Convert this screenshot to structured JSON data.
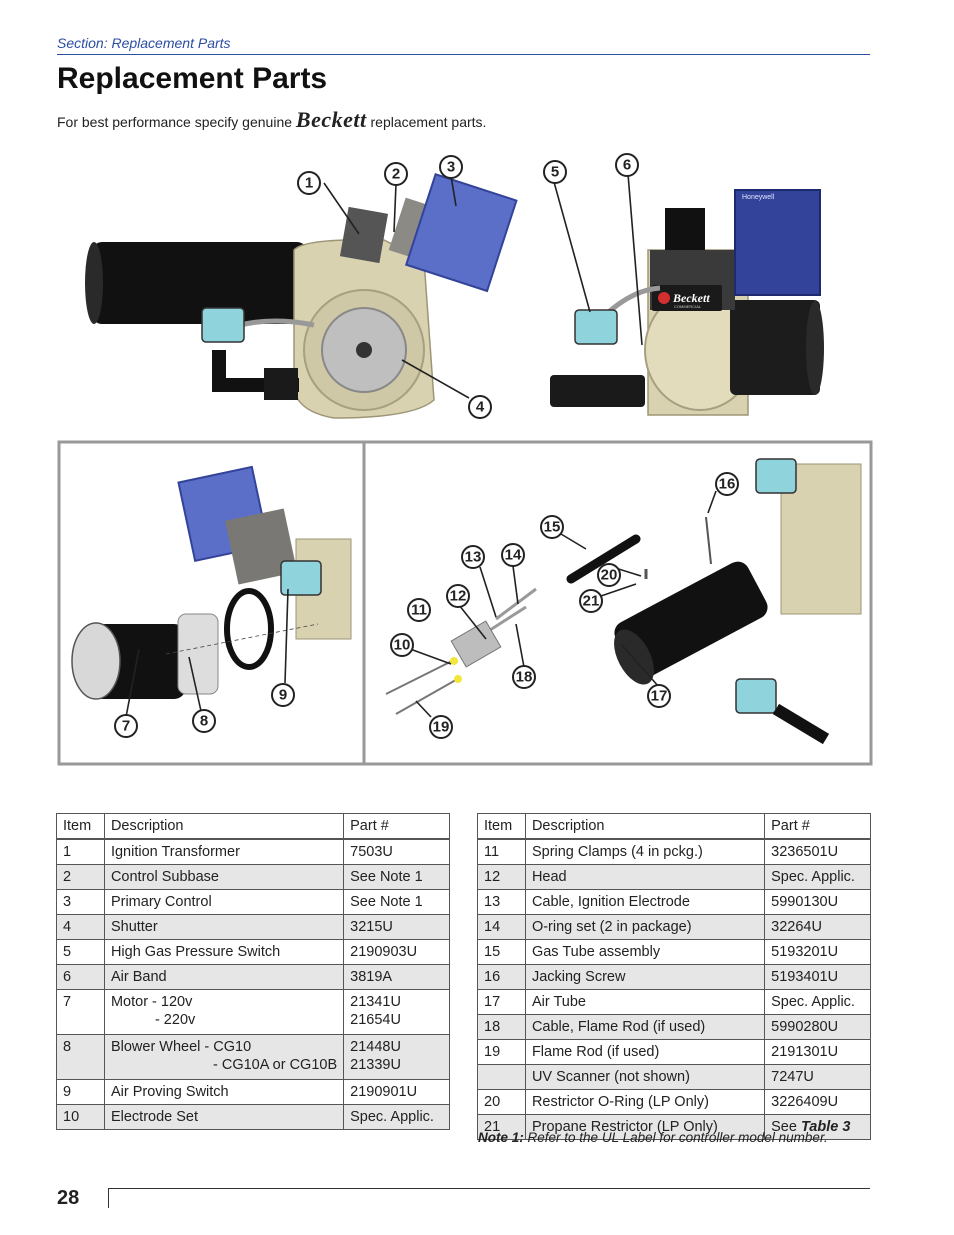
{
  "header": {
    "section": "Section: Replacement Parts",
    "title": "Replacement Parts"
  },
  "intro": {
    "before": "For best performance specify genuine",
    "brand": "Beckett",
    "after": "replacement parts."
  },
  "callouts": [
    "1",
    "2",
    "3",
    "4",
    "5",
    "6",
    "7",
    "8",
    "9",
    "10",
    "11",
    "12",
    "13",
    "14",
    "15",
    "16",
    "17",
    "18",
    "19",
    "20",
    "21"
  ],
  "photo_labels": {
    "honeywell": "Honeywell",
    "beckett_logo": "Beckett",
    "beckett_sub": "COMMERCIAL"
  },
  "table_left": {
    "headers": [
      "Item",
      "Description",
      "Part #"
    ],
    "rows": [
      {
        "item": "1",
        "desc": "Ignition Transformer",
        "part": "7503U"
      },
      {
        "item": "2",
        "desc": "Control Subbase",
        "part": "See Note 1"
      },
      {
        "item": "3",
        "desc": "Primary Control",
        "part": "See Note 1"
      },
      {
        "item": "4",
        "desc": "Shutter",
        "part": "3215U"
      },
      {
        "item": "5",
        "desc": "High Gas Pressure Switch",
        "part": "2190903U"
      },
      {
        "item": "6",
        "desc": "Air Band",
        "part": "3819A"
      },
      {
        "item": "7",
        "desc": "Motor - 120v",
        "desc2": "- 220v",
        "part": "21341U",
        "part2": "21654U"
      },
      {
        "item": "8",
        "desc": "Blower Wheel - CG10",
        "desc2": "- CG10A or CG10B",
        "part": "21448U",
        "part2": "21339U"
      },
      {
        "item": "9",
        "desc": "Air Proving Switch",
        "part": "2190901U"
      },
      {
        "item": "10",
        "desc": "Electrode Set",
        "part": "Spec. Applic."
      }
    ]
  },
  "table_right": {
    "headers": [
      "Item",
      "Description",
      "Part #"
    ],
    "rows": [
      {
        "item": "11",
        "desc": "Spring Clamps (4 in pckg.)",
        "part": "3236501U"
      },
      {
        "item": "12",
        "desc": "Head",
        "part": "Spec. Applic."
      },
      {
        "item": "13",
        "desc": "Cable, Ignition Electrode",
        "part": "5990130U"
      },
      {
        "item": "14",
        "desc": "O-ring set (2 in package)",
        "part": "32264U"
      },
      {
        "item": "15",
        "desc": "Gas Tube assembly",
        "part": "5193201U"
      },
      {
        "item": "16",
        "desc": "Jacking Screw",
        "part": "5193401U"
      },
      {
        "item": "17",
        "desc": "Air Tube",
        "part": "Spec. Applic."
      },
      {
        "item": "18",
        "desc": "Cable, Flame Rod (if used)",
        "part": "5990280U"
      },
      {
        "item": "19",
        "desc": "Flame Rod (if used)",
        "part": "2191301U"
      },
      {
        "item": "",
        "desc": "UV Scanner (not shown)",
        "part": "7247U"
      },
      {
        "item": "20",
        "desc": "Restrictor O-Ring (LP Only)",
        "part": "3226409U"
      },
      {
        "item": "21",
        "desc": "Propane Restrictor (LP Only)",
        "part_prefix": "See",
        "part_bold": "Table 3"
      }
    ]
  },
  "note": {
    "label": "Note 1:",
    "text": "Refer to the UL Label for controller model number."
  },
  "footer": {
    "page_number": "28"
  },
  "colors": {
    "accent": "#2b4ea2",
    "row_shade": "#e6e6e6",
    "control_blue": "#5b6fc9",
    "casting": "#d9d2b0"
  }
}
